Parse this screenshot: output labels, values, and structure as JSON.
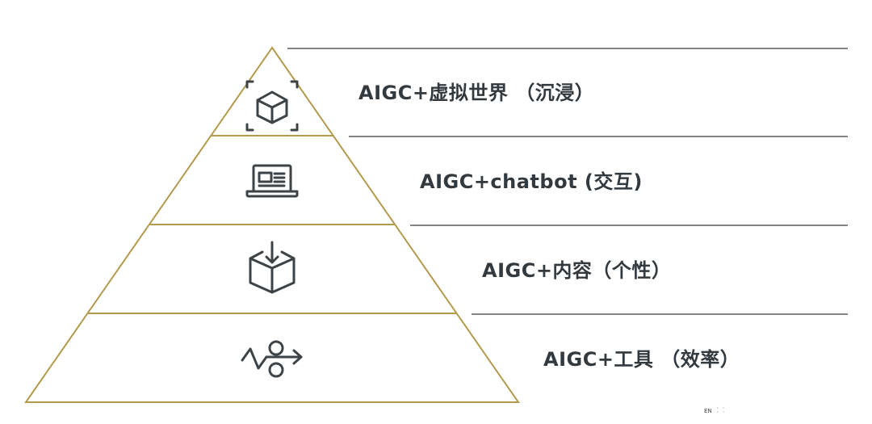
{
  "levels": [
    {
      "label": "AIGC+虚拟世界 （沉浸）",
      "icon": "cube-in-frame-icon"
    },
    {
      "label": "AIGC+chatbot (交互)",
      "icon": "laptop-chat-icon"
    },
    {
      "label": "AIGC+内容（个性）",
      "icon": "box-download-icon"
    },
    {
      "label": "AIGC+工具 （效率）",
      "icon": "workflow-arrow-icon"
    }
  ],
  "colors": {
    "pyramid_outline": "#b39a4d",
    "divider_lines": "#3a3a3a",
    "icon_stroke": "#3d4347",
    "text": "#333a3f"
  },
  "ime": {
    "label": "EN",
    "dots": "· ·\n· ·"
  }
}
